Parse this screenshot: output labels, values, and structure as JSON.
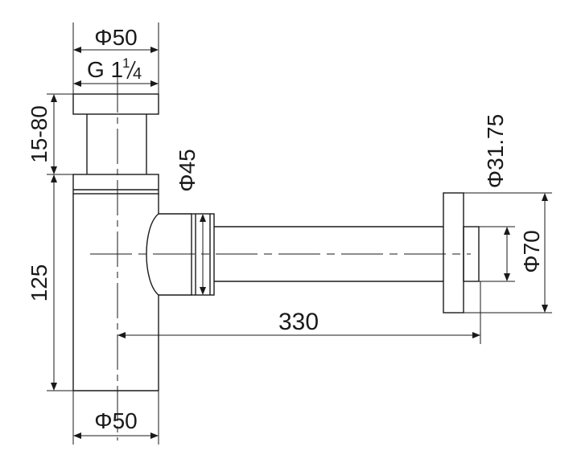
{
  "dimensions": {
    "top_diameter": "Φ50",
    "thread": "G 1",
    "thread_frac_num": "1",
    "thread_frac_den": "4",
    "adjust_height": "15-80",
    "body_height": "125",
    "bottom_diameter": "Φ50",
    "outlet_diameter": "Φ45",
    "length": "330",
    "pipe_diameter": "Φ31.75",
    "flange_diameter": "Φ70"
  },
  "colors": {
    "line": "#1a1a1a",
    "paper": "#ffffff"
  }
}
